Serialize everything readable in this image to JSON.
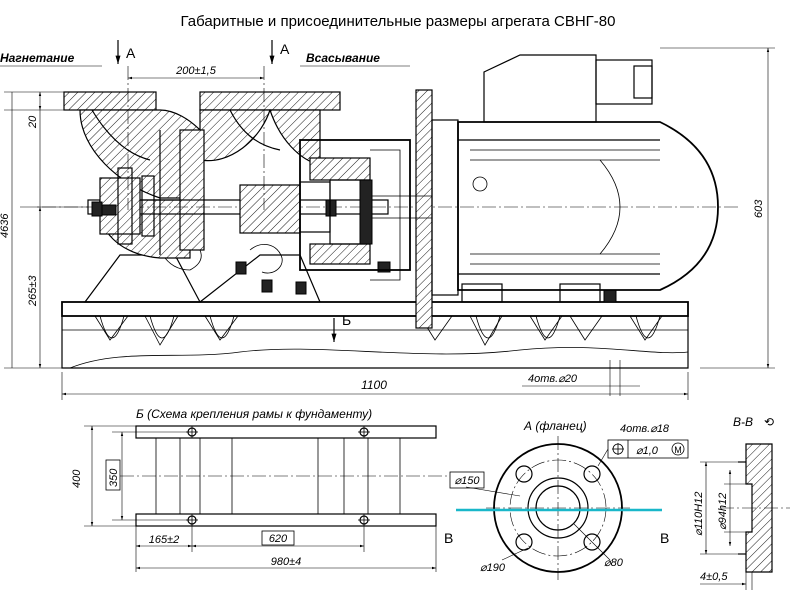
{
  "title": "Габаритные и присоединительные размеры агрегата СВНГ-80",
  "labels": {
    "discharge": "Нагнетание",
    "suction": "Всасывание",
    "section_a_left": "А",
    "section_a_right": "А",
    "view_b_marker": "Б",
    "view_b_caption": "Б (Схема крепления рамы к фундаменту)",
    "flange_caption": "А (фланец)",
    "section_bb_caption": "В-В",
    "section_bb_rot": "⟲",
    "b_left": "В",
    "b_right": "В"
  },
  "dimensions": {
    "d200": "200±1,5",
    "d20": "20",
    "d265": "265±3",
    "d603": "603",
    "d1100": "1100",
    "d4holes20": "4отв.⌀20",
    "d400": "400",
    "d350": "350",
    "d165": "165±2",
    "d620": "620",
    "d980": "980±4",
    "d4holes18": "4отв.⌀18",
    "tol_pos": "⌀1,0",
    "tol_m": "M",
    "d150": "⌀150",
    "d190": "⌀190",
    "d80": "⌀80",
    "d110": "⌀110H12",
    "d94": "⌀94h12",
    "d4_05": "4±0,5",
    "left_cut": "4636"
  }
}
